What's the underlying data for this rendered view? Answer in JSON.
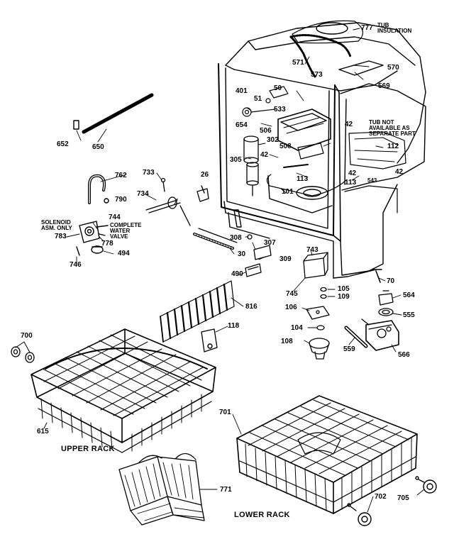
{
  "labels": {
    "p777": "777",
    "tub_insulation": "TUB\nINSULATION",
    "p571": "571",
    "p573": "573",
    "p570": "570",
    "p569": "569",
    "p50": "50",
    "p401": "401",
    "p51": "51",
    "p533": "533",
    "p654": "654",
    "p506": "506",
    "p652": "652",
    "p650": "650",
    "tub_not_available": "TUB NOT\nAVAILABLE AS\nSEPARATE PART",
    "p302": "302",
    "p508": "508",
    "p42a": "42",
    "p42b": "42",
    "p42c": "42",
    "p42d": "42",
    "p305": "305",
    "p112": "112",
    "p113a": "113",
    "p113b": "113",
    "p543": "543",
    "p762": "762",
    "p733": "733",
    "p26": "26",
    "p790": "790",
    "p734": "734",
    "p101": "101",
    "p744": "744",
    "solenoid_assm": "SOLENOID\nASM. ONLY",
    "complete_water_valve": "COMPLETE\nWATER\nVALVE",
    "p783": "783",
    "p778": "778",
    "p494": "494",
    "p746": "746",
    "p308": "308",
    "p307": "307",
    "p30": "30",
    "p309": "309",
    "p743": "743",
    "p490": "490",
    "p70": "70",
    "p745": "745",
    "p105": "105",
    "p109": "109",
    "p564": "564",
    "p555": "555",
    "p816": "816",
    "p106": "106",
    "p104": "104",
    "p118": "118",
    "p700": "700",
    "p108": "108",
    "p559": "559",
    "p566": "566",
    "p615": "615",
    "upper_rack": "UPPER RACK",
    "p701": "701",
    "p771": "771",
    "p702": "702",
    "p705": "705",
    "lower_rack": "LOWER RACK"
  }
}
